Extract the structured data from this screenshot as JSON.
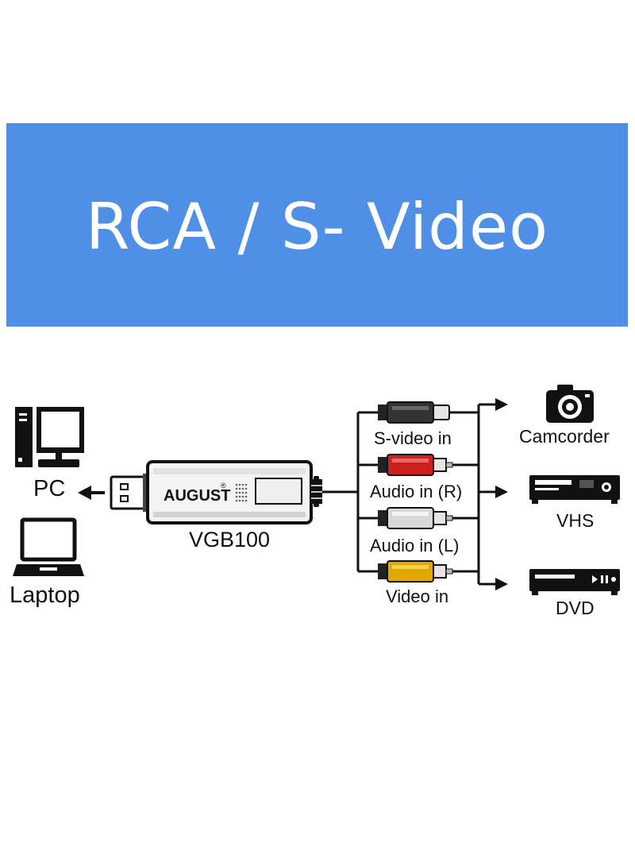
{
  "banner": {
    "title": "RCA / S- Video",
    "color": "#4f8fe6"
  },
  "device": {
    "brand": "AUGUST",
    "brand_mark": "®",
    "model": "VGB100"
  },
  "computers": {
    "pc_label": "PC",
    "laptop_label": "Laptop"
  },
  "cables": {
    "svideo": {
      "label": "S-video in",
      "color": "#333333"
    },
    "audio_r": {
      "label": "Audio in (R)",
      "color": "#cc1f1f"
    },
    "audio_l": {
      "label": "Audio in (L)",
      "color": "#d8d8d8"
    },
    "video": {
      "label": "Video in",
      "color": "#e0a800"
    }
  },
  "sources": {
    "camcorder": "Camcorder",
    "vhs": "VHS",
    "dvd": "DVD"
  },
  "icons": [
    "desktop-pc-icon",
    "laptop-icon",
    "usb-plug-icon",
    "camera-icon",
    "vhs-player-icon",
    "dvd-player-icon",
    "arrow-left-icon",
    "arrow-right-icon"
  ]
}
